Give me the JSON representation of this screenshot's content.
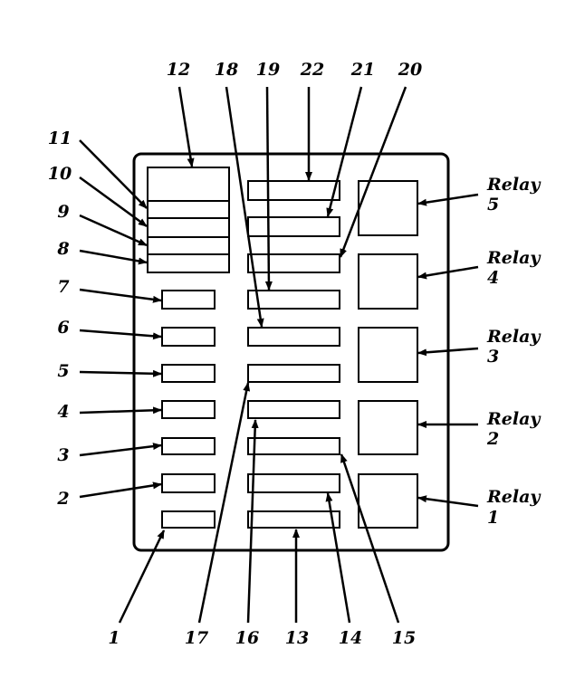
{
  "colors": {
    "ink": "#000000",
    "paper": "#ffffff"
  },
  "labels": {
    "n1": "1",
    "n2": "2",
    "n3": "3",
    "n4": "4",
    "n5": "5",
    "n6": "6",
    "n7": "7",
    "n8": "8",
    "n9": "9",
    "n10": "10",
    "n11": "11",
    "n12": "12",
    "n13": "13",
    "n14": "14",
    "n15": "15",
    "n16": "16",
    "n17": "17",
    "n18": "18",
    "n19": "19",
    "n20": "20",
    "n21": "21",
    "n22": "22"
  },
  "relays": [
    {
      "word": "Relay",
      "num": "5"
    },
    {
      "word": "Relay",
      "num": "4"
    },
    {
      "word": "Relay",
      "num": "3"
    },
    {
      "word": "Relay",
      "num": "2"
    },
    {
      "word": "Relay",
      "num": "1"
    }
  ]
}
